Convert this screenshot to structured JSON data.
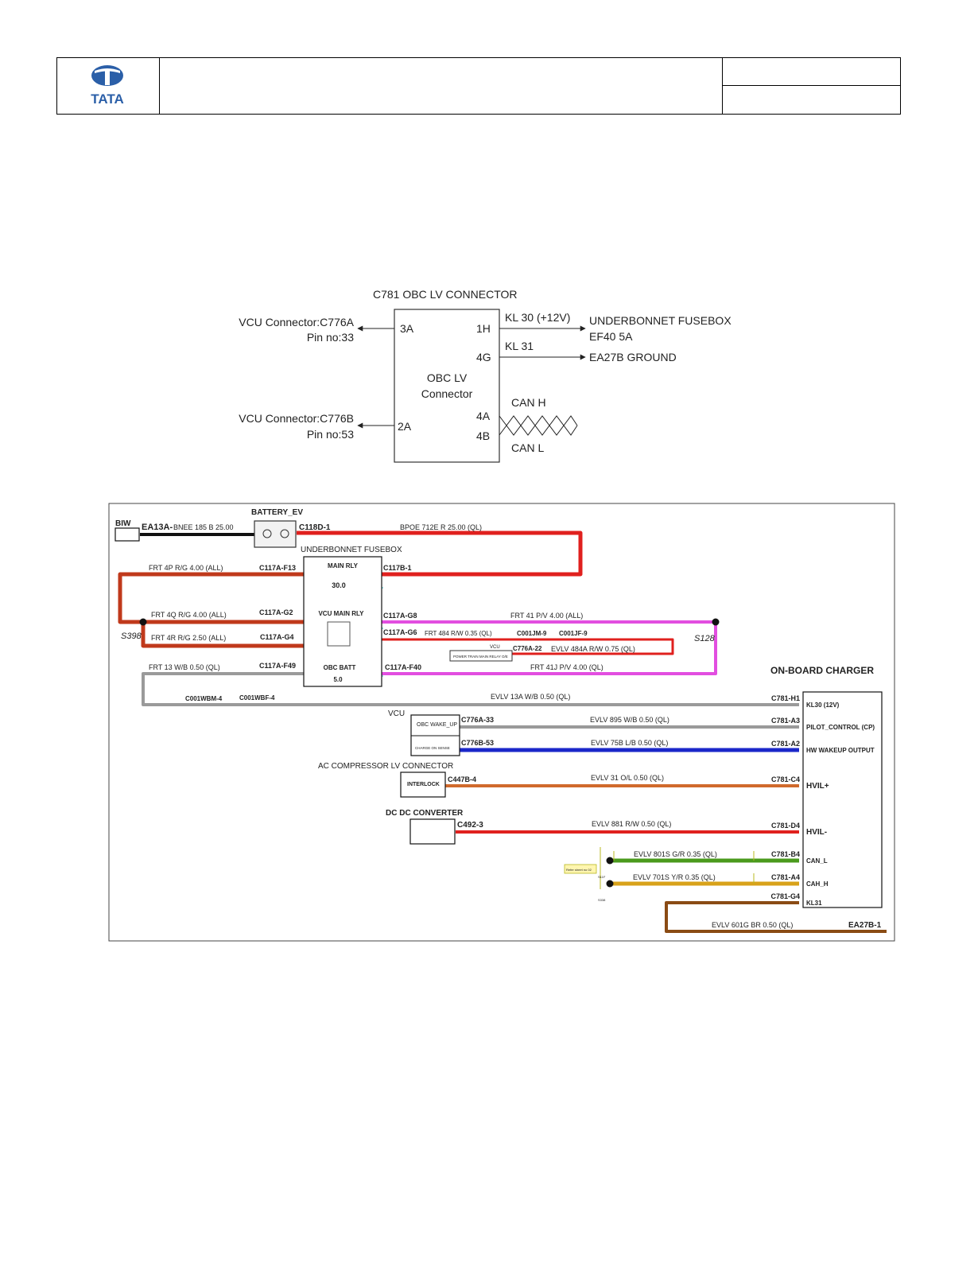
{
  "header": {
    "logo_text": "TATA"
  },
  "connector_diagram": {
    "title": "C781 OBC LV CONNECTOR",
    "box_label_1": "OBC LV",
    "box_label_2": "Connector",
    "left": [
      {
        "name": "VCU Connector:C776A",
        "pin": "Pin no:33",
        "pin_id": "3A"
      },
      {
        "name": "VCU Connector:C776B",
        "pin": "Pin no:53",
        "pin_id": "2A"
      }
    ],
    "right": [
      {
        "pin_id": "1H",
        "signal": "KL 30 (+12V)",
        "dest1": "UNDERBONNET FUSEBOX",
        "dest2": "EF40 5A"
      },
      {
        "pin_id": "4G",
        "signal": "KL 31",
        "dest1": "EA27B GROUND"
      }
    ],
    "can": {
      "pin_h": "4A",
      "pin_l": "4B",
      "label_h": "CAN H",
      "label_l": "CAN L"
    }
  },
  "wiring": {
    "battery": "BATTERY_EV",
    "biw": "BIW",
    "ea13a": "EA13A-",
    "bnee": "BNEE   185   B   25.00",
    "c118d": "C118D-1",
    "bpoe": "BPOE   712E   R   25.00   (QL)",
    "ubfb": "UNDERBONNET FUSEBOX",
    "main_rly": "MAIN RLY",
    "fuse_30": "30.0",
    "vcu_main_rly": "VCU MAIN RLY",
    "obc_batt": "OBC BATT",
    "fuse_5": "5.0",
    "c117b": "C117B-1",
    "frt4p": "FRT   4P   R/G   4.00   (ALL)",
    "c117a_f13": "C117A-F13",
    "frt4q": "FRT   4Q   R/G   4.00   (ALL)",
    "c117a_g2": "C117A-G2",
    "frt4r": "FRT   4R   R/G   2.50   (ALL)",
    "c117a_g4": "C117A-G4",
    "s398": "S398",
    "frt13": "FRT   13   W/B   0.50   (QL)",
    "c117a_f49": "C117A-F49",
    "c117a_g8": "C117A-G8",
    "frt41": "FRT   41   P/V   4.00   (ALL)",
    "c117a_g6": "C117A-G6",
    "frt484": "FRT  484   R/W   0.35   (QL)",
    "c001jm9": "C001JM-9",
    "c001jf9": "C001JF-9",
    "vcu_small": "VCU",
    "ptr": "POWER TRAIN MAIN RELAY O/E",
    "c776a22": "C776A-22",
    "evlv484a": "EVLV   484A   R/W   0.75   (QL)",
    "s128": "S128",
    "c117a_f40": "C117A-F40",
    "frt41j": "FRT   41J   P/V   4.00   (QL)",
    "c001wbm4": "C001WBM-4",
    "c001wbf4": "C001WBF-4",
    "evlv13a": "EVLV   13A   W/B   0.50   (QL)",
    "obc": "ON-BOARD CHARGER",
    "vcu": "VCU",
    "obc_wake": "OBC WAKE_UP",
    "charge_sense": "CHARGE ON SENSE",
    "c776a33": "C776A-33",
    "evlv895": "EVLV   895   W/B   0.50   (QL)",
    "c776b53": "C776B-53",
    "evlv75b": "EVLV   75B   L/B   0.50   (QL)",
    "ac_comp": "AC COMPRESSOR LV CONNECTOR",
    "interlock": "INTERLOCK",
    "c447b4": "C447B-4",
    "evlv31": "EVLV   31   O/L   0.50   (QL)",
    "dcdc": "DC DC CONVERTER",
    "c4923": "C492-3",
    "evlv881": "EVLV   881   R/W   0.50   (QL)",
    "evlv801s": "EVLV   801S   G/R   0.35   (QL)",
    "evlv701s": "EVLV   701S   Y/R   0.35   (QL)",
    "evlv601g": "EVLV   601G   BR   0.50   (QL)",
    "ea27b1": "EA27B-1",
    "small_box": "Refer sheet no 02",
    "s_tag1": "S11F",
    "s_tag2": "S338",
    "obc_pins": [
      {
        "conn": "C781-H1",
        "label": "KL30 (12V)"
      },
      {
        "conn": "C781-A3",
        "label": "PILOT_CONTROL (CP)"
      },
      {
        "conn": "C781-A2",
        "label": "HW WAKEUP OUTPUT"
      },
      {
        "conn": "C781-C4",
        "label": "HVIL+"
      },
      {
        "conn": "C781-D4",
        "label": "HVIL-"
      },
      {
        "conn": "C781-B4",
        "label": "CAN_L"
      },
      {
        "conn": "C781-A4",
        "label": "CAH_H"
      },
      {
        "conn": "C781-G4",
        "label": "KL31"
      }
    ]
  },
  "colors": {
    "red": "#e0201e",
    "dark_red": "#c0391b",
    "pink": "#e24ee0",
    "grey": "#9a9a9a",
    "blue": "#1b27c9",
    "orange": "#d06a2c",
    "green": "#4a9a1c",
    "gold": "#d8a21a",
    "brown": "#8a4b14",
    "cyan": "#6fd2d8",
    "tata_blue": "#2b5fa8"
  }
}
